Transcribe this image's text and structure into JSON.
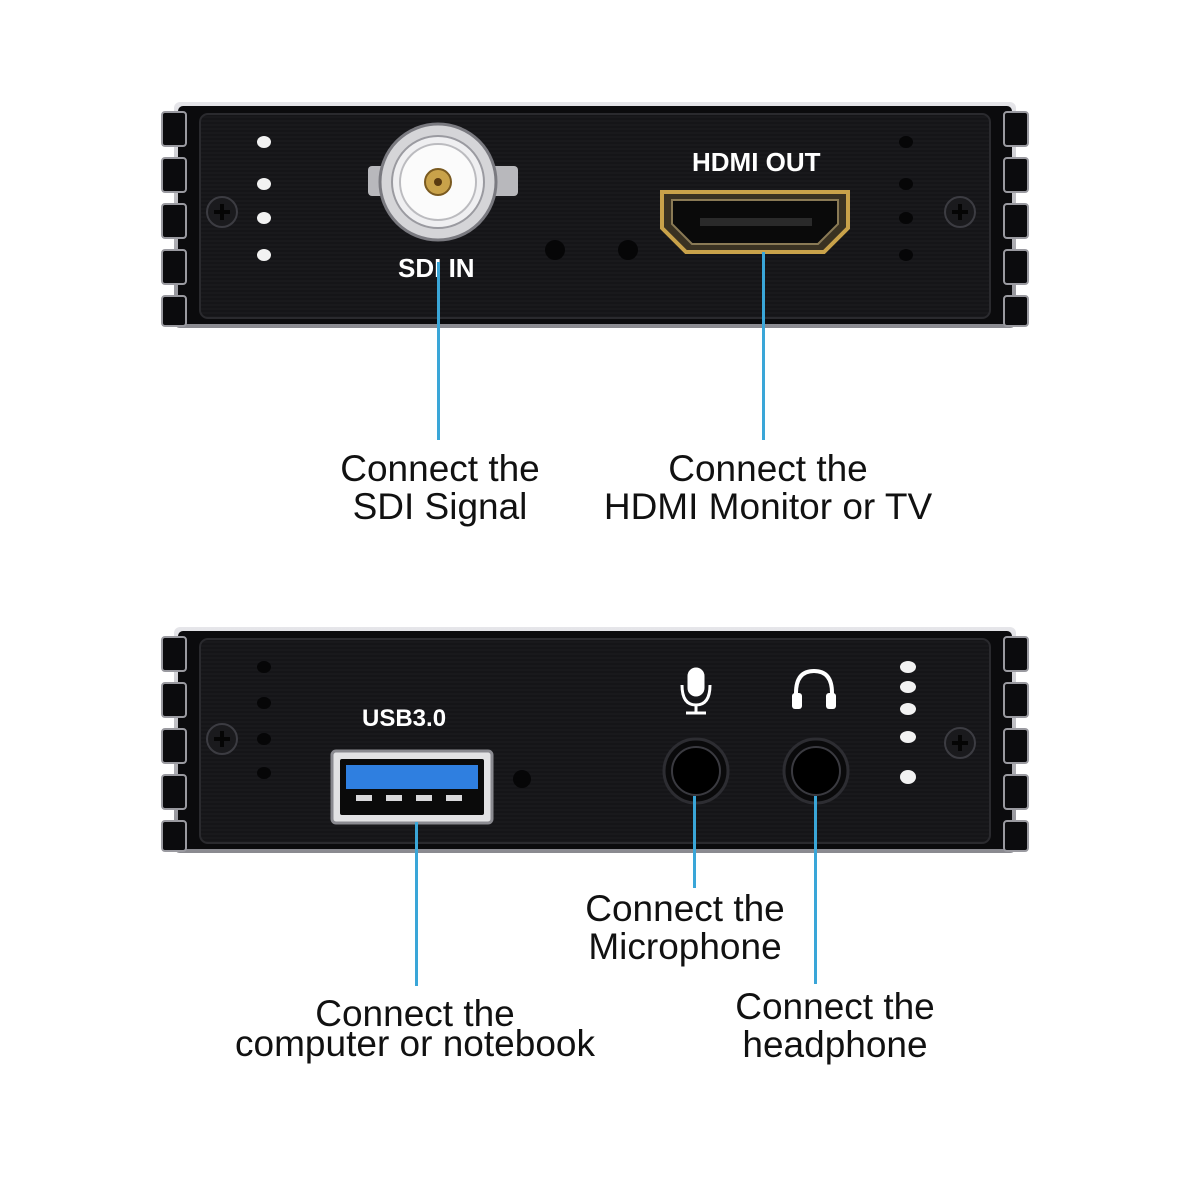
{
  "colors": {
    "leader": "#3aa6d8",
    "housing": "#0b0b0d",
    "faceplate": "#141416",
    "edge": "#c8c8cc",
    "label": "#ffffff",
    "usb_blue": "#2f7fe0",
    "gold": "#c9a24a"
  },
  "top_panel": {
    "sdi_label": "SDI IN",
    "hdmi_label": "HDMI OUT",
    "sdi_icon": "bnc-connector-icon",
    "hdmi_icon": "hdmi-port-icon"
  },
  "bottom_panel": {
    "usb_label": "USB3.0",
    "mic_icon": "microphone-icon",
    "headphone_icon": "headphone-icon",
    "usb_icon": "usb-port-icon"
  },
  "callouts": {
    "sdi": {
      "line1": "Connect the",
      "line2": "SDI Signal"
    },
    "hdmi": {
      "line1": "Connect the",
      "line2": "HDMI Monitor or TV"
    },
    "usb": {
      "line1": "Connect the",
      "line2": "computer or notebook"
    },
    "mic": {
      "line1": "Connect the",
      "line2": "Microphone"
    },
    "headphone": {
      "line1": "Connect the",
      "line2": "headphone"
    }
  }
}
